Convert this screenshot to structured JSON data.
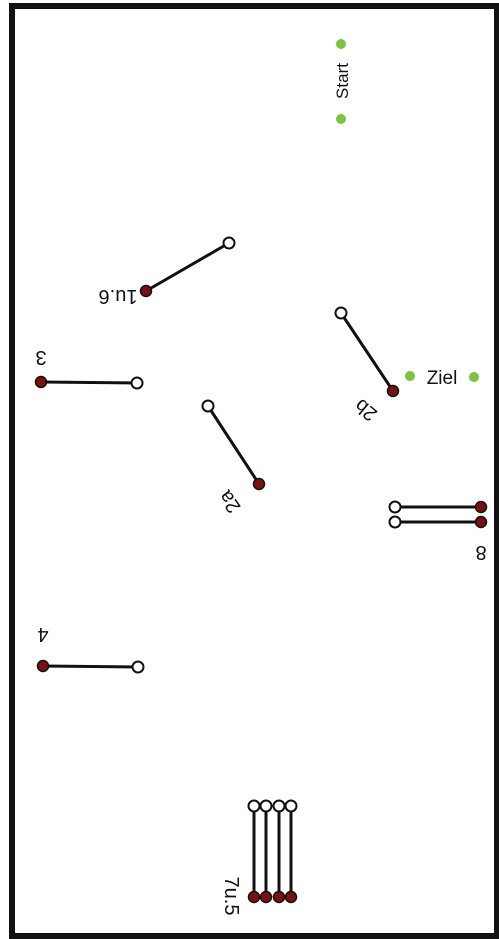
{
  "labels": {
    "start": "Start",
    "ziel": "Ziel",
    "obstacle_1u6": "1u.6",
    "obstacle_2a": "2a",
    "obstacle_2b": "2b",
    "obstacle_3": "3",
    "obstacle_4": "4",
    "obstacle_7u5": "7u.5",
    "obstacle_8": "8"
  },
  "colors": {
    "border": "#111111",
    "pole": "#111111",
    "takeoff_end": "#7a1010",
    "open_end": "#ffffff",
    "start_finish": "#7dc242"
  }
}
